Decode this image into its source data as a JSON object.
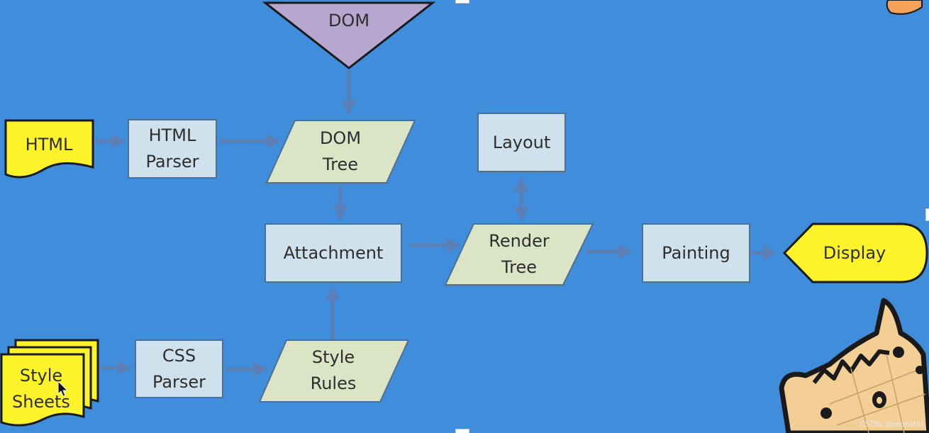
{
  "nodes": {
    "dom": "DOM",
    "html": "HTML",
    "html_parser": "HTML\nParser",
    "dom_tree": "DOM\nTree",
    "layout": "Layout",
    "attachment": "Attachment",
    "render_tree": "Render\nTree",
    "painting": "Painting",
    "display": "Display",
    "style_sheets": "Style\nSheets",
    "css_parser": "CSS\nParser",
    "style_rules": "Style\nRules"
  },
  "watermark": "CSDN @monstkl",
  "colors": {
    "background": "#3f8ddb",
    "process_box": "#cfe1ec",
    "data_box": "#dbe5c5",
    "document": "#fdf32a",
    "dom_triangle": "#b7a6cf",
    "arrow": "#5b7fb4",
    "cat_fill": "#f3ce95"
  },
  "icons": [
    "mouse-cursor-icon",
    "cat-mascot-icon"
  ]
}
